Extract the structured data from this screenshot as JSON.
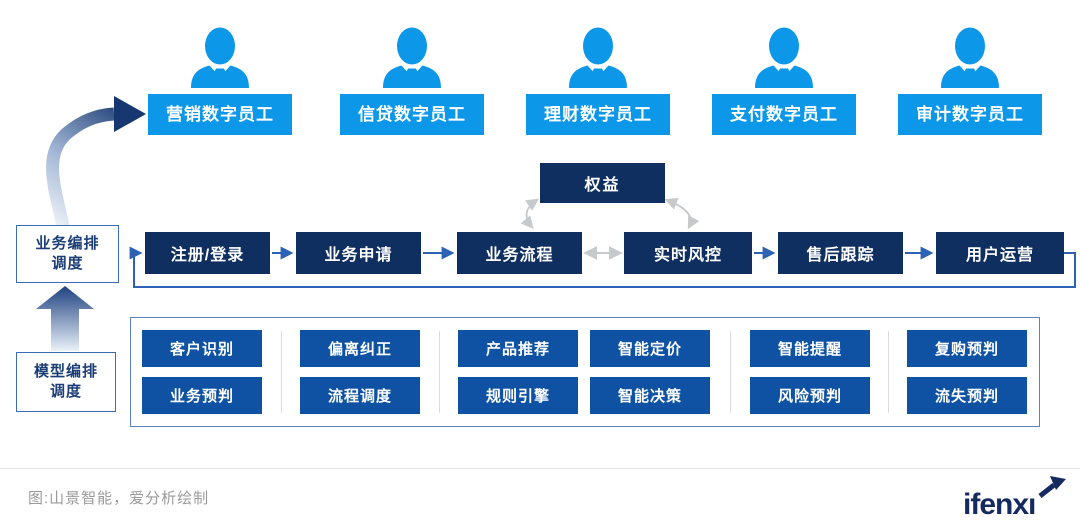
{
  "top_row": {
    "items": [
      {
        "icon": "person-icon",
        "label": "营销数字员工"
      },
      {
        "icon": "person-icon",
        "label": "信贷数字员工"
      },
      {
        "icon": "person-icon",
        "label": "理财数字员工"
      },
      {
        "icon": "person-icon",
        "label": "支付数字员工"
      },
      {
        "icon": "person-icon",
        "label": "审计数字员工"
      }
    ]
  },
  "schedulers": {
    "business": {
      "line1": "业务编排",
      "line2": "调度"
    },
    "model": {
      "line1": "模型编排",
      "line2": "调度"
    }
  },
  "flow": {
    "steps": [
      "注册/登录",
      "业务申请",
      "业务流程",
      "实时风控",
      "售后跟踪",
      "用户运营"
    ],
    "benefit_box": "权益"
  },
  "capabilities": {
    "columns": [
      {
        "top": "客户识别",
        "bottom": "业务预判"
      },
      {
        "top": "偏离纠正",
        "bottom": "流程调度"
      },
      {
        "top": "产品推荐",
        "bottom": "规则引擎"
      },
      {
        "top": "智能定价",
        "bottom": "智能决策"
      },
      {
        "top": "智能提醒",
        "bottom": "风险预判"
      },
      {
        "top": "复购预判",
        "bottom": "流失预判"
      }
    ]
  },
  "footer": {
    "caption": "图:山景智能，爱分析绘制",
    "logo": {
      "brand": "ifenxi",
      "display_text": "ifenxı"
    }
  },
  "colors": {
    "cyan": "#0d97e9",
    "navy": "#0f2f60",
    "royal_blue": "#0f52a4",
    "arrow_blue": "#2e62b5",
    "arrow_gray": "#c7cacd",
    "scheduler_border": "#3a6db8",
    "logo_navy": "#152a5e"
  }
}
